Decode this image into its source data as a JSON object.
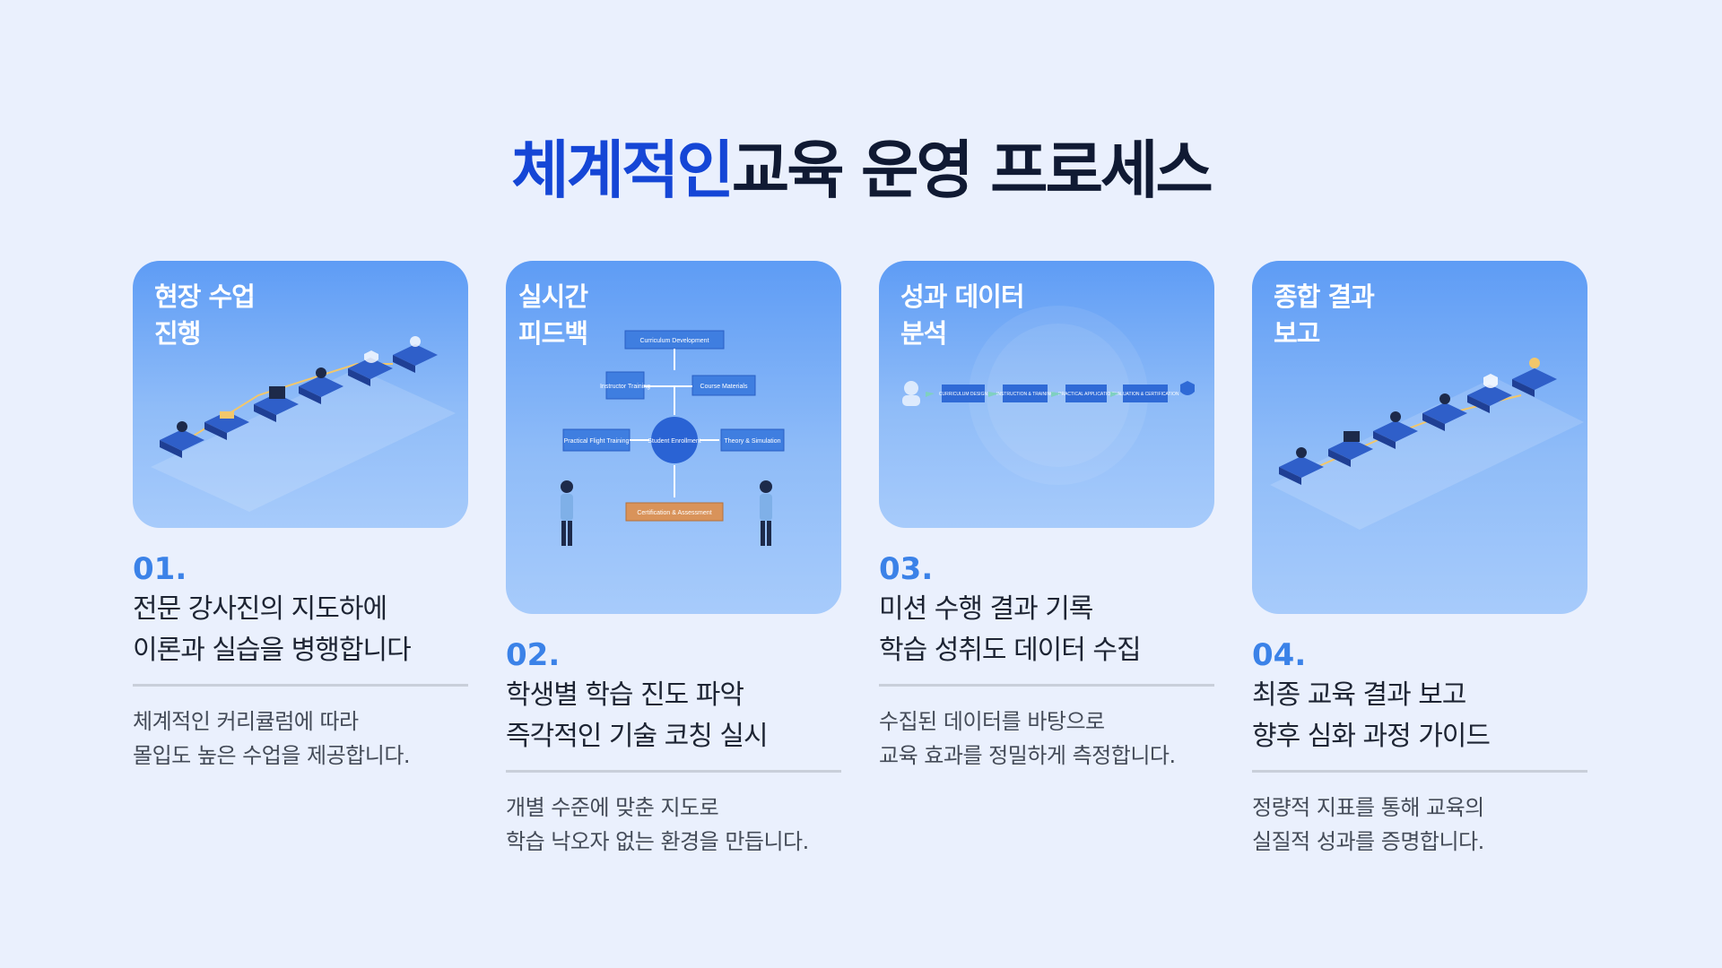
{
  "title": {
    "accent": "체계적인",
    "rest": "교육 운영 프로세스"
  },
  "cards": [
    {
      "image_title": "현장 수업\n진행",
      "number": "01.",
      "headline": [
        "전문 강사진의 지도하에",
        "이론과 실습을 병행합니다"
      ],
      "description": [
        "체계적인 커리큘럼에 따라",
        "몰입도 높은 수업을 제공합니다."
      ]
    },
    {
      "image_title": "실시간\n피드백",
      "number": "02.",
      "headline": [
        "학생별 학습 진도 파악",
        "즉각적인 기술 코칭 실시"
      ],
      "description": [
        "개별 수준에 맞춘 지도로",
        "학습 낙오자 없는 환경을 만듭니다."
      ],
      "diagram": {
        "top": "Curriculum Development",
        "instructor": "Instructor Training",
        "materials": "Course Materials",
        "flight": "Practical Flight Training",
        "center": "Student Enrollment",
        "theory": "Theory & Simulation",
        "bottom": "Certification & Assessment"
      }
    },
    {
      "image_title": "성과 데이터\n분석",
      "number": "03.",
      "headline": [
        "미션 수행 결과 기록",
        "학습 성취도 데이터 수집"
      ],
      "description": [
        "수집된 데이터를 바탕으로",
        "교육 효과를 정밀하게 측정합니다."
      ],
      "pipeline": [
        "CURRICULUM DESIGN",
        "INSTRUCTION & TRAINING",
        "PRACTICAL APPLICATION",
        "EVALUATION & CERTIFICATION"
      ]
    },
    {
      "image_title": "종합 결과\n보고",
      "number": "04.",
      "headline": [
        "최종 교육 결과 보고",
        "향후 심화 과정 가이드"
      ],
      "description": [
        "정량적 지표를 통해 교육의",
        "실질적 성과를 증명합니다."
      ]
    }
  ],
  "colors": {
    "accent": "#1546d6",
    "step_number": "#3b82e8",
    "background": "#eaf0fd"
  }
}
